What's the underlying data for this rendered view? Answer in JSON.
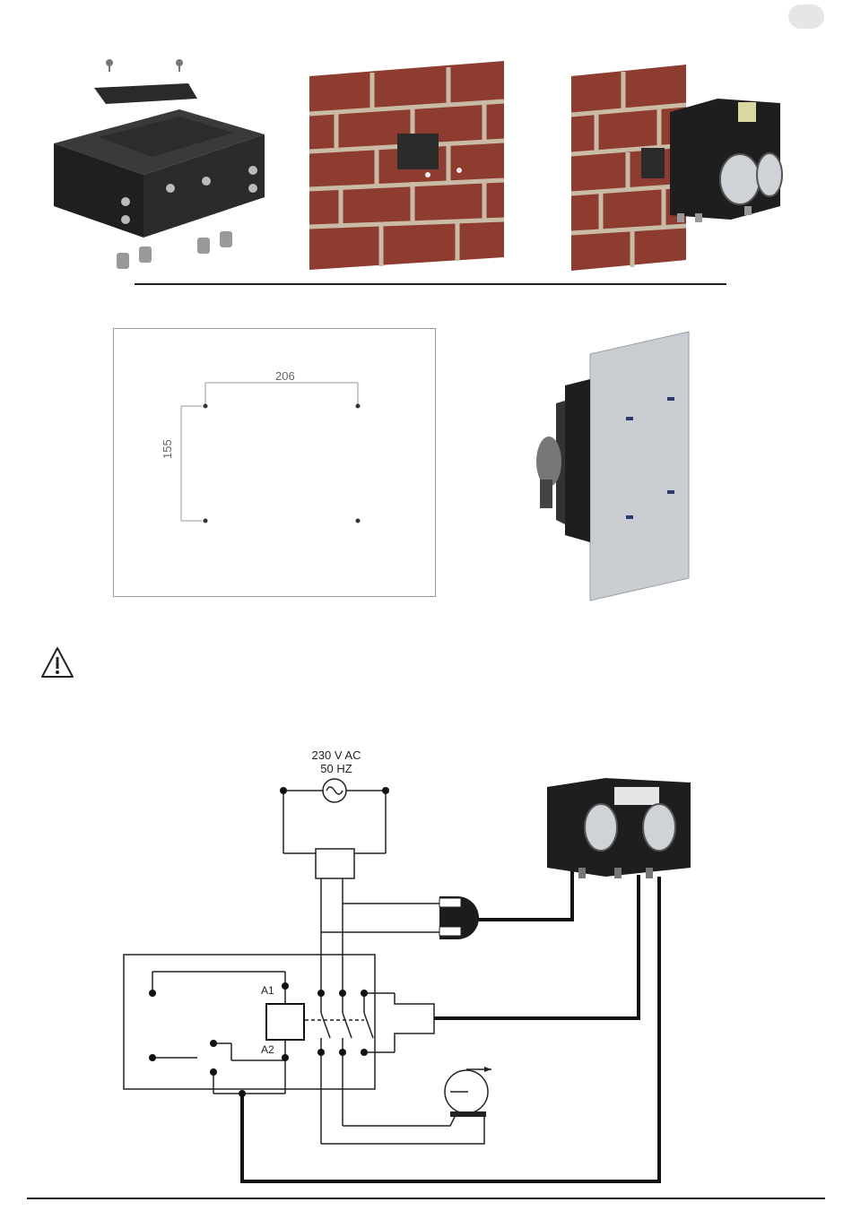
{
  "colors": {
    "brick": "#8e3b30",
    "mortar": "#c9bba6",
    "device_body": "#1e1e1e",
    "plate": "#c9cdd2",
    "rule": "#222222",
    "box_border": "#999999"
  },
  "drilling_template": {
    "horizontal_spacing": "206",
    "vertical_spacing": "155"
  },
  "wiring_diagram": {
    "supply_voltage": "230 V AC",
    "supply_frequency": "50 HZ",
    "coil_terminal_top": "A1",
    "coil_terminal_bottom": "A2"
  },
  "icons": {
    "warning": "warning-triangle-icon",
    "ac_source": "ac-source-icon",
    "motor": "motor-icon"
  }
}
